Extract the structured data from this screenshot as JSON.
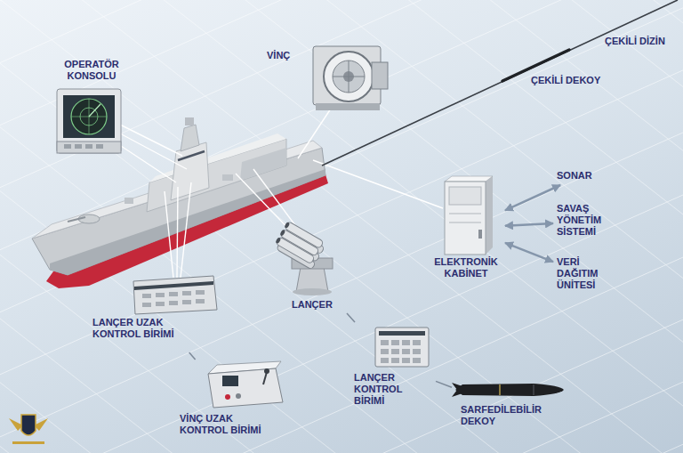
{
  "diagram": {
    "nodes": [
      {
        "text": [
          "OPERATÖR KONSOLU"
        ]
      },
      {
        "text": [
          "VİNÇ"
        ]
      },
      {
        "text": [
          "ELEKTRONİK KABİNET"
        ]
      },
      {
        "text": [
          "SONAR"
        ]
      },
      {
        "text": [
          "SAVAŞ YÖNETİM SİSTEMİ"
        ]
      },
      {
        "text": [
          "VERİ DAĞITIM ÜNİTESİ"
        ]
      },
      {
        "text": [
          "LANÇER"
        ]
      },
      {
        "text": [
          "LANÇER UZAK KONTROL BİRİMİ"
        ]
      },
      {
        "text": [
          "VİNÇ UZAK KONTROL BİRİMİ"
        ]
      },
      {
        "text": [
          "LANÇER KONTROL BİRİMİ"
        ]
      },
      {
        "text": [
          "SARFEDİLEBİLİR DEKOY"
        ]
      }
    ],
    "edges": [
      {
        "from": 2,
        "to": 3,
        "arrow": "both"
      },
      {
        "from": 2,
        "to": 4,
        "arrow": "both"
      },
      {
        "from": 2,
        "to": 5,
        "arrow": "both"
      },
      {
        "from": 6,
        "to": 9,
        "arrow": "none"
      },
      {
        "from": 9,
        "to": 10,
        "arrow": "none"
      },
      {
        "from": 7,
        "to": 8,
        "arrow": "none"
      }
    ],
    "labels": [
      "ÇEKİLİ DİZİN",
      "ÇEKİLİ DEKOY"
    ]
  }
}
